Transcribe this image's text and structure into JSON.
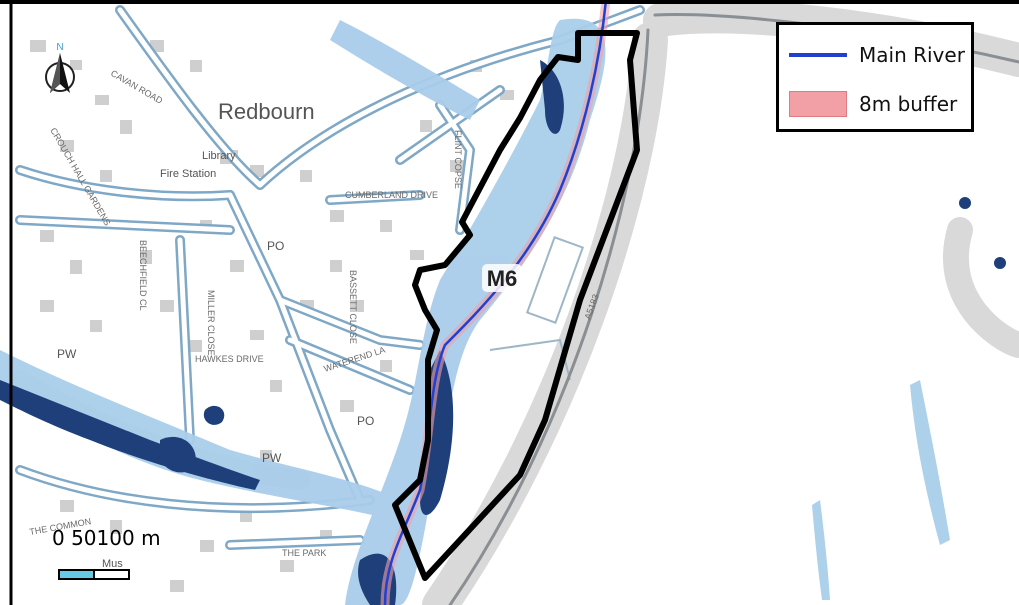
{
  "map": {
    "place_labels": {
      "redbourn": "Redbourn",
      "library": "Library",
      "fire_station": "Fire Station",
      "po_1": "PO",
      "po_2": "PO",
      "pw_1": "PW",
      "pw_2": "PW",
      "mus": "Mus"
    },
    "street_labels": {
      "cumberland": "CUMBERLAND DRIVE",
      "waterend": "WATEREND LA",
      "the_park": "THE PARK",
      "the_common": "THE COMMON",
      "hawkes": "HAWKES DRIVE",
      "miller": "MILLER CLOSE",
      "beechfield": "BEECHFIELD CL",
      "flint": "FLINT COPSE",
      "bassett": "BASSETT CLOSE",
      "crouch": "CROUCH HALL GARDENS",
      "cavan": "CAVAN ROAD",
      "a5183": "A5183"
    },
    "site_label": "M6",
    "north_arrow_letter": "N",
    "colors": {
      "river": "#2040d0",
      "buffer": "#f2a0a6",
      "flood_light": "#a9cdea",
      "flood_dark": "#1f3f7a",
      "road_outline": "#7fa8c6",
      "building": "#cccccc",
      "site_outline": "#000000"
    }
  },
  "legend": {
    "items": [
      {
        "label": "Main River",
        "kind": "line"
      },
      {
        "label": "8m buffer",
        "kind": "fill"
      }
    ]
  },
  "scale": {
    "text": "0 50100 m"
  }
}
